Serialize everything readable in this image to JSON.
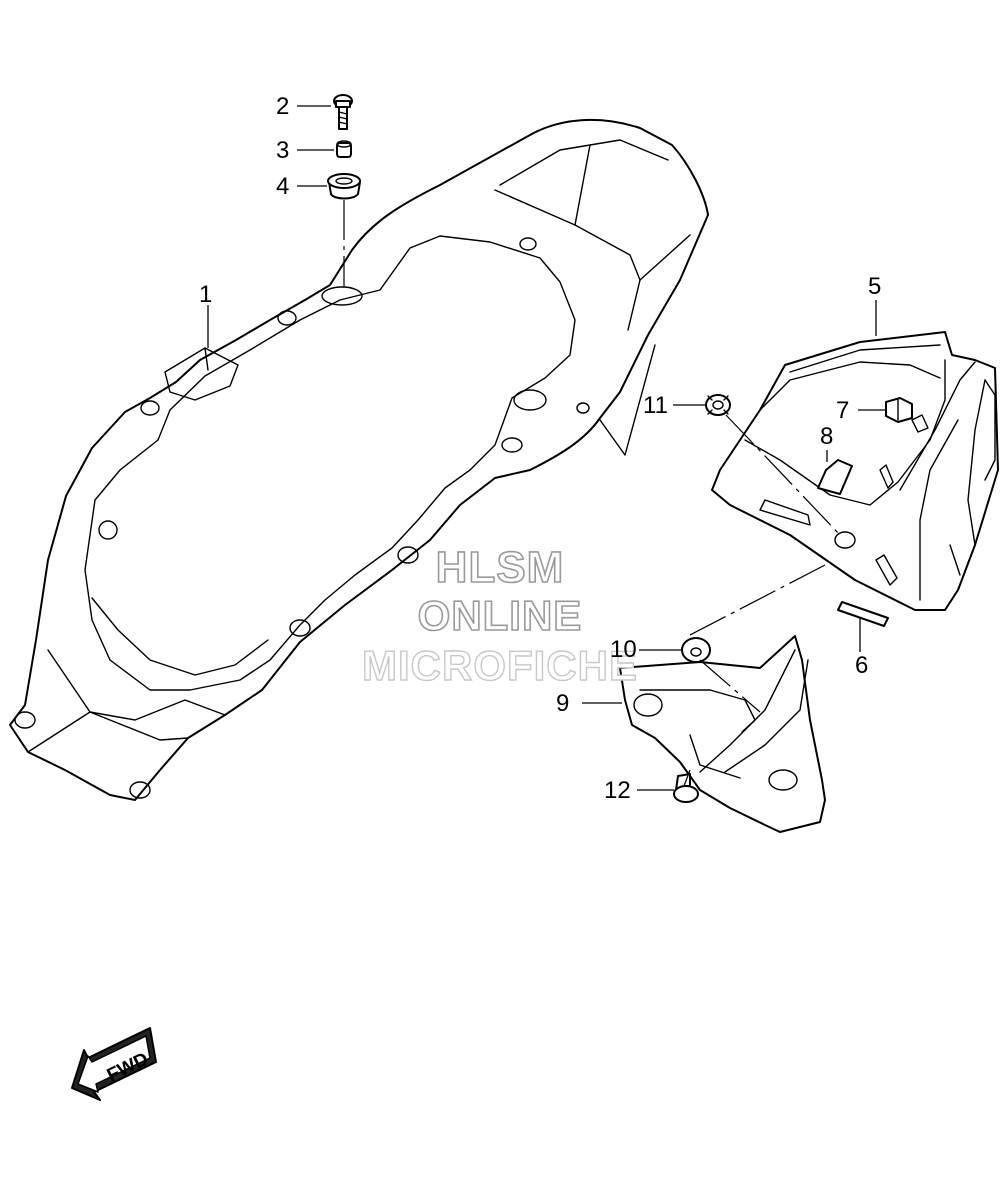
{
  "callouts": {
    "c1": "1",
    "c2": "2",
    "c3": "3",
    "c4": "4",
    "c5": "5",
    "c6": "6",
    "c7": "7",
    "c8": "8",
    "c9": "9",
    "c10": "10",
    "c11": "11",
    "c12": "12"
  },
  "watermark": {
    "line1": "HLSM",
    "line2": "ONLINE",
    "line3": "MICROFICHE"
  },
  "fwd_label": "FWD",
  "icons": [
    "fwd-arrow-icon"
  ]
}
